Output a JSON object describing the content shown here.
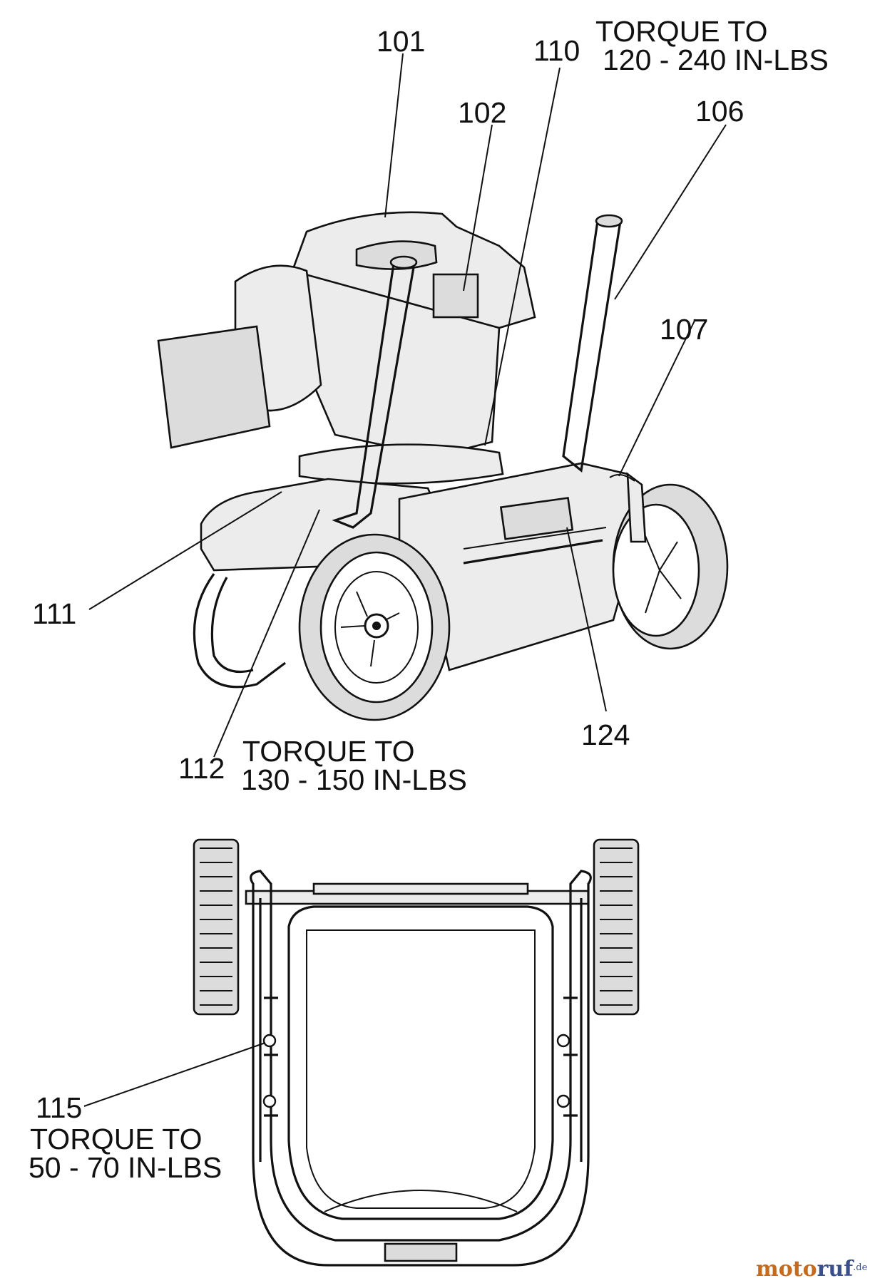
{
  "callouts": {
    "c101": "101",
    "c102": "102",
    "c106": "106",
    "c107": "107",
    "c110": "110",
    "c111": "111",
    "c112": "112",
    "c115": "115",
    "c124": "124"
  },
  "torque_notes": {
    "t110": {
      "line1": "TORQUE TO",
      "line2": "120 - 240 IN-LBS"
    },
    "t112": {
      "line1": "TORQUE TO",
      "line2": "130 - 150 IN-LBS"
    },
    "t115": {
      "line1": "TORQUE TO",
      "line2": "50 - 70 IN-LBS"
    }
  },
  "watermark": {
    "part1": "moto",
    "part2": "ruf",
    "suffix": ".de"
  },
  "colors": {
    "ink": "#111111",
    "watermark_orange": "#c66a1e",
    "watermark_blue": "#3a4f8a"
  }
}
